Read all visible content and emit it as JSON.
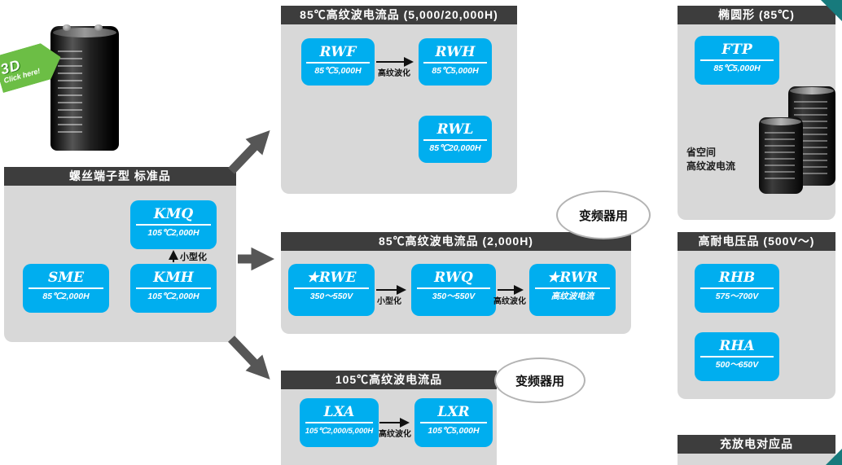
{
  "colors": {
    "product_box": "#00aeef",
    "panel_header_bg": "#3d3d3d",
    "panel_body_bg": "#d8d8d8",
    "big_arrow": "#565656",
    "badge_green": "#6cbe45",
    "corner_teal": "#177a7c"
  },
  "badge": {
    "line1": "3D",
    "line2": "Click here!"
  },
  "left": {
    "title": "螺丝端子型 标准品",
    "kmq": {
      "name": "KMQ",
      "spec": "105℃2,000H"
    },
    "sme": {
      "name": "SME",
      "spec": "85℃2,000H"
    },
    "kmh": {
      "name": "KMH",
      "spec": "105℃2,000H"
    },
    "minify": "小型化"
  },
  "top": {
    "title": "85℃高纹波电流品 (5,000/20,000H)",
    "rwf": {
      "name": "RWF",
      "spec": "85℃5,000H"
    },
    "rwh": {
      "name": "RWH",
      "spec": "85℃5,000H"
    },
    "rwl": {
      "name": "RWL",
      "spec": "85℃20,000H"
    },
    "ripple": "高纹波化"
  },
  "mid": {
    "title": "85℃高纹波电流品 (2,000H)",
    "rwe": {
      "name": "★RWE",
      "spec": "350〜550V"
    },
    "rwq": {
      "name": "RWQ",
      "spec": "350〜550V"
    },
    "rwr": {
      "name": "★RWR",
      "spec": "高纹波电流"
    },
    "minify": "小型化",
    "ripple": "高纹波化",
    "bubble": "变频器用"
  },
  "bottom": {
    "title": "105℃高纹波电流品",
    "lxa": {
      "name": "LXA",
      "spec": "105℃2,000/5,000H"
    },
    "lxr": {
      "name": "LXR",
      "spec": "105℃5,000H"
    },
    "ripple": "高纹波化",
    "bubble": "变频器用"
  },
  "right_top": {
    "title": "椭圆形 (85℃)",
    "ftp": {
      "name": "FTP",
      "spec": "85℃5,000H"
    },
    "note1": "省空间",
    "note2": "高纹波电流"
  },
  "right_mid": {
    "title": "高耐电压品 (500V〜)",
    "rhb": {
      "name": "RHB",
      "spec": "575〜700V"
    },
    "rha": {
      "name": "RHA",
      "spec": "500〜650V"
    }
  },
  "right_bottom": {
    "title": "充放电对应品"
  }
}
